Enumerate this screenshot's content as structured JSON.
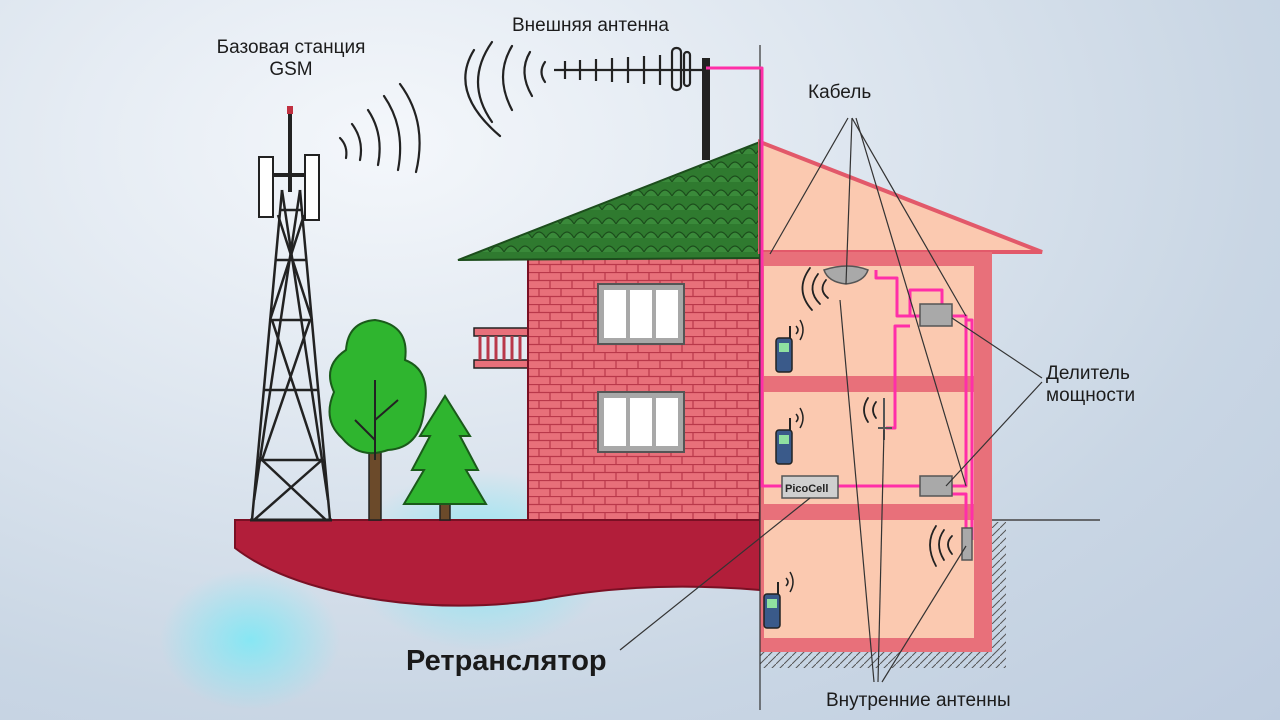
{
  "labels": {
    "base_station": "Базовая станция\nGSM",
    "outdoor_antenna": "Внешняя антенна",
    "cable": "Кабель",
    "power_splitter": "Делитель\nмощности",
    "repeater_title": "Ретранслятор",
    "indoor_antennas": "Внутренние антенны",
    "picocell": "PicoCell"
  },
  "colors": {
    "brick": "#e8707a",
    "roof_green": "#2f7a2f",
    "cable_pink": "#ff2fa8",
    "ground": "#b21e3a",
    "interior": "#fbc9b0",
    "tree": "#2fb52f"
  },
  "icons": [
    "cell-tower-icon",
    "radio-waves-icon",
    "yagi-antenna-icon",
    "house-icon",
    "tree-icon",
    "mobile-phone-icon",
    "splitter-icon",
    "dome-antenna-icon",
    "wall-antenna-icon"
  ]
}
